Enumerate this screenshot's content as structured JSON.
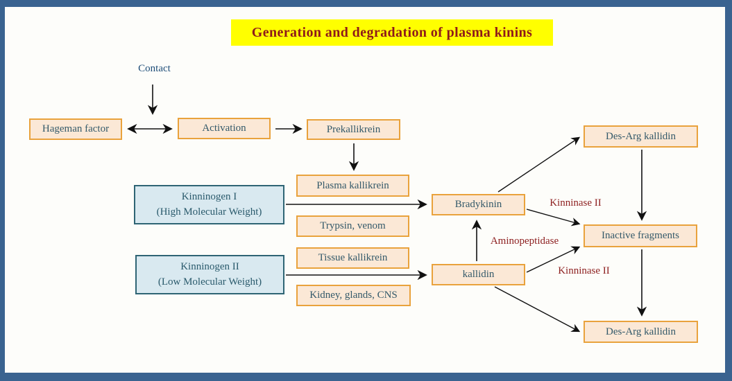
{
  "title": "Generation and degradation of plasma kinins",
  "colors": {
    "frame": "#3A6390",
    "node_fill": "#FBE8D6",
    "node_border": "#E9A23C",
    "node_text": "#33596A",
    "substrate_fill": "#D9E9F0",
    "substrate_border": "#2E6474",
    "title_bg": "#FFFF00",
    "title_text": "#8E1A1A",
    "enzyme_label": "#8E2121",
    "arrow": "#111111"
  },
  "nodes": {
    "hageman_factor": "Hageman factor",
    "activation": "Activation",
    "prekallikrein": "Prekallikrein",
    "plasma_kallikrein": "Plasma kallikrein",
    "kinninogen_1": {
      "line1": "Kinninogen I",
      "line2": "(High Molecular Weight)"
    },
    "trypsin_venom": "Trypsin, venom",
    "tissue_kallikrein": "Tissue kallikrein",
    "kinninogen_2": {
      "line1": "Kinninogen II",
      "line2": "(Low Molecular Weight)"
    },
    "kidney_glands_cns": "Kidney, glands, CNS",
    "bradykinin": "Bradykinin",
    "kallidin": "kallidin",
    "des_arg_kallidin_top": "Des-Arg kallidin",
    "inactive_fragments": "Inactive fragments",
    "des_arg_kallidin_bottom": "Des-Arg kallidin"
  },
  "labels": {
    "contact": "Contact",
    "kinninase_2_upper": "Kinninase II",
    "kinninase_2_lower": "Kinninase II",
    "aminopeptidase": "Aminopeptidase"
  }
}
